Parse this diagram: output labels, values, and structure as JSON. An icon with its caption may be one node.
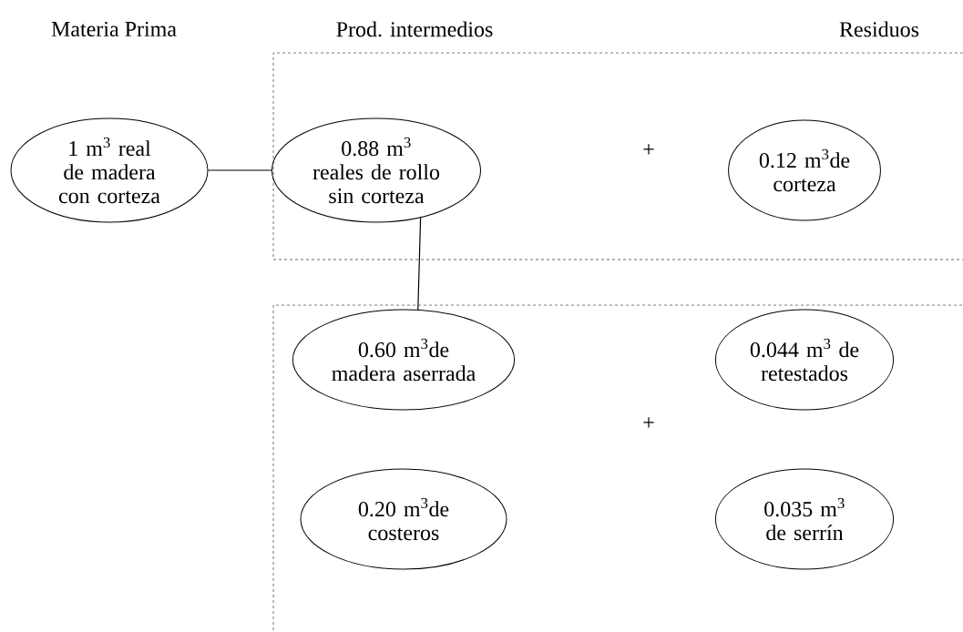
{
  "diagram": {
    "nodes": [
      {
        "text": [
          "1 m$^{3}$ real de madera con corteza"
        ]
      },
      {
        "text": [],
        "shape": "box"
      },
      {
        "text": [
          "0.88 m$^{3}$ reales de rollo sin corteza"
        ],
        "in": 1
      },
      {
        "text": [
          "0.12 m$^{3}$de corteza"
        ],
        "in": 1
      },
      {
        "text": [],
        "shape": "box"
      },
      {
        "text": [
          "0.60 m$^{3}$de madera aserrada"
        ],
        "in": 4
      },
      {
        "text": [
          "0.044 m$^{3}$ de retestados"
        ],
        "in": 4
      },
      {
        "text": [
          "0.20 m$^{3}$de costeros"
        ],
        "in": 4
      },
      {
        "text": [
          "0.035 m$^{3}$ de serrín"
        ],
        "in": 4
      }
    ],
    "edges": [
      {
        "from": 0,
        "to": 2,
        "arrow": "none"
      },
      {
        "from": 2,
        "to": 5,
        "arrow": "none"
      }
    ],
    "labels": [
      "Materia Prima",
      "Prod. intermedios",
      "Residuos",
      "+",
      "+"
    ]
  }
}
